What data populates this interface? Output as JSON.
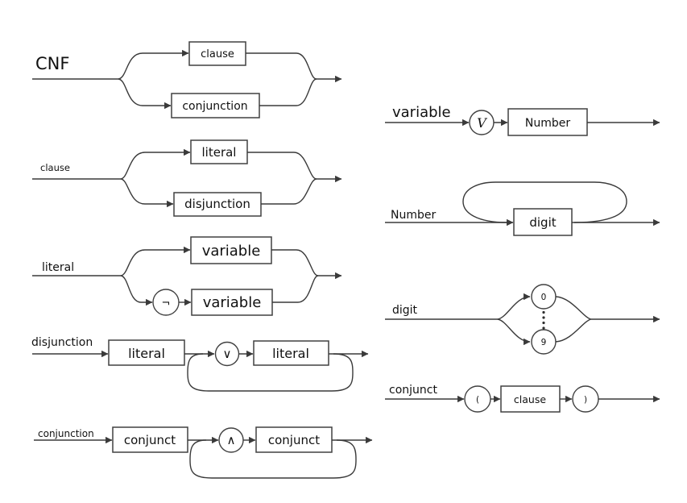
{
  "colors": {
    "background": "#ffffff",
    "line": "#3a3a3a",
    "text": "#111111"
  },
  "diagrams": {
    "cnf": {
      "label": "CNF",
      "option1": "clause",
      "option2": "conjunction"
    },
    "clause": {
      "label": "clause",
      "option1": "literal",
      "option2": "disjunction"
    },
    "literal": {
      "label": "literal",
      "option1": "variable",
      "negation": "¬",
      "option2": "variable"
    },
    "disjunction": {
      "label": "disjunction",
      "first": "literal",
      "operator": "∨",
      "repeat": "literal"
    },
    "conjunction": {
      "label": "conjunction",
      "first": "conjunct",
      "operator": "∧",
      "repeat": "conjunct"
    },
    "variable": {
      "label": "variable",
      "prefix": "V",
      "operand": "Number"
    },
    "number": {
      "label": "Number",
      "repeat": "digit"
    },
    "digit": {
      "label": "digit",
      "min": "0",
      "max": "9"
    },
    "conjunct": {
      "label": "conjunct",
      "open": "(",
      "inner": "clause",
      "close": ")"
    }
  }
}
